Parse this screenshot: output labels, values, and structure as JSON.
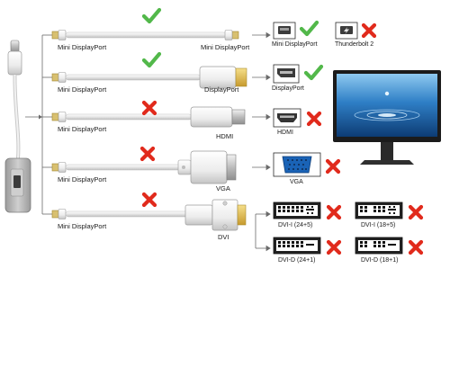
{
  "rows": [
    {
      "source_label": "Mini DisplayPort",
      "target_label": "Mini DisplayPort",
      "status": "check",
      "ports": [
        {
          "label": "Mini DisplayPort",
          "status": "check"
        },
        {
          "label": "Thunderbolt 2",
          "status": "cross"
        }
      ]
    },
    {
      "source_label": "Mini DisplayPort",
      "target_label": "DisplayPort",
      "status": "check",
      "ports": [
        {
          "label": "DisplayPort",
          "status": "check"
        }
      ]
    },
    {
      "source_label": "Mini DisplayPort",
      "target_label": "HDMI",
      "status": "cross",
      "ports": [
        {
          "label": "HDMI",
          "status": "cross"
        }
      ]
    },
    {
      "source_label": "Mini DisplayPort",
      "target_label": "VGA",
      "status": "cross",
      "ports": [
        {
          "label": "VGA",
          "status": "cross"
        }
      ]
    },
    {
      "source_label": "Mini DisplayPort",
      "target_label": "DVI",
      "status": "cross",
      "ports": [
        {
          "label": "DVI-I (24+5)",
          "status": "cross"
        },
        {
          "label": "DVI-I (18+5)",
          "status": "cross"
        },
        {
          "label": "DVI-D (24+1)",
          "status": "cross"
        },
        {
          "label": "DVI-D (18+1)",
          "status": "cross"
        }
      ]
    }
  ],
  "colors": {
    "check": "#52b84a",
    "cross": "#e12a1c",
    "cable": "#e4e4e4",
    "cable_edge": "#b5b5b5",
    "connector_metal": "#c8c8c8",
    "adapter": "#a7a7a7",
    "monitor_screen": "#2b79c2",
    "dvi_connector": "#e0c36a",
    "line": "#6a6a6a"
  },
  "icons": [
    "check-icon",
    "cross-icon",
    "usb-c-plug-icon",
    "usb-c-adapter-icon",
    "monitor-icon",
    "mini-displayport-icon",
    "thunderbolt-icon",
    "displayport-icon",
    "hdmi-icon",
    "vga-icon",
    "dvi-port-icon"
  ]
}
